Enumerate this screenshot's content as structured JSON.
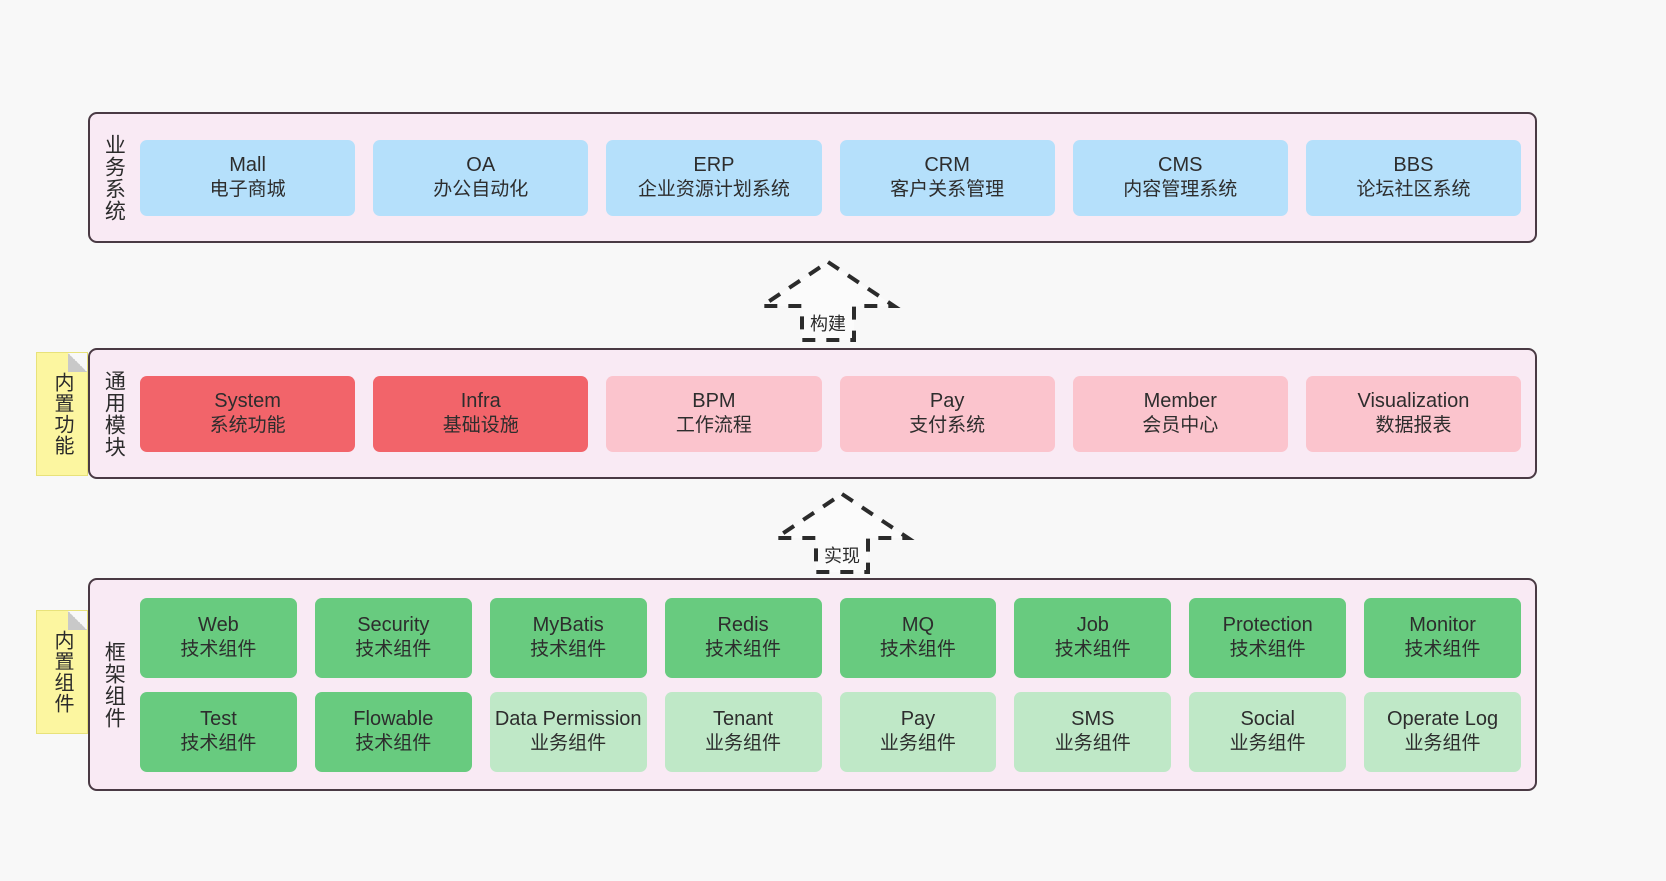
{
  "diagram": {
    "background_color": "#f8f8f8",
    "panel_color": "#f9eaf4",
    "panel_border_color": "#4a3a44"
  },
  "notes": [
    {
      "name": "builtin-function-note",
      "label": "内置功能",
      "color": "#fcf6a0"
    },
    {
      "name": "builtin-component-note",
      "label": "内置组件",
      "color": "#fcf6a0"
    }
  ],
  "arrows": [
    {
      "name": "build-arrow",
      "label": "构建",
      "style": "dashed-hollow-up-arrow"
    },
    {
      "name": "implement-arrow",
      "label": "实现",
      "style": "dashed-hollow-up-arrow"
    }
  ],
  "layers": [
    {
      "id": "business",
      "title": "业务系统",
      "accent": "#b5e0fb",
      "rows": [
        [
          {
            "en": "Mall",
            "cn": "电子商城",
            "variant": "blue"
          },
          {
            "en": "OA",
            "cn": "办公自动化",
            "variant": "blue"
          },
          {
            "en": "ERP",
            "cn": "企业资源计划系统",
            "variant": "blue"
          },
          {
            "en": "CRM",
            "cn": "客户关系管理",
            "variant": "blue"
          },
          {
            "en": "CMS",
            "cn": "内容管理系统",
            "variant": "blue"
          },
          {
            "en": "BBS",
            "cn": "论坛社区系统",
            "variant": "blue"
          }
        ]
      ]
    },
    {
      "id": "common",
      "title": "通用模块",
      "accent": "#f2646a",
      "rows": [
        [
          {
            "en": "System",
            "cn": "系统功能",
            "variant": "red"
          },
          {
            "en": "Infra",
            "cn": "基础设施",
            "variant": "red"
          },
          {
            "en": "BPM",
            "cn": "工作流程",
            "variant": "pink"
          },
          {
            "en": "Pay",
            "cn": "支付系统",
            "variant": "pink"
          },
          {
            "en": "Member",
            "cn": "会员中心",
            "variant": "pink"
          },
          {
            "en": "Visualization",
            "cn": "数据报表",
            "variant": "pink"
          }
        ]
      ]
    },
    {
      "id": "framework",
      "title": "框架组件",
      "accent": "#68cb7f",
      "rows": [
        [
          {
            "en": "Web",
            "cn": "技术组件",
            "variant": "green"
          },
          {
            "en": "Security",
            "cn": "技术组件",
            "variant": "green"
          },
          {
            "en": "MyBatis",
            "cn": "技术组件",
            "variant": "green"
          },
          {
            "en": "Redis",
            "cn": "技术组件",
            "variant": "green"
          },
          {
            "en": "MQ",
            "cn": "技术组件",
            "variant": "green"
          },
          {
            "en": "Job",
            "cn": "技术组件",
            "variant": "green"
          },
          {
            "en": "Protection",
            "cn": "技术组件",
            "variant": "green"
          },
          {
            "en": "Monitor",
            "cn": "技术组件",
            "variant": "green"
          }
        ],
        [
          {
            "en": "Test",
            "cn": "技术组件",
            "variant": "green"
          },
          {
            "en": "Flowable",
            "cn": "技术组件",
            "variant": "green"
          },
          {
            "en": "Data Permission",
            "cn": "业务组件",
            "variant": "green-light"
          },
          {
            "en": "Tenant",
            "cn": "业务组件",
            "variant": "green-light"
          },
          {
            "en": "Pay",
            "cn": "业务组件",
            "variant": "green-light"
          },
          {
            "en": "SMS",
            "cn": "业务组件",
            "variant": "green-light"
          },
          {
            "en": "Social",
            "cn": "业务组件",
            "variant": "green-light"
          },
          {
            "en": "Operate Log",
            "cn": "业务组件",
            "variant": "green-light"
          }
        ]
      ]
    }
  ]
}
